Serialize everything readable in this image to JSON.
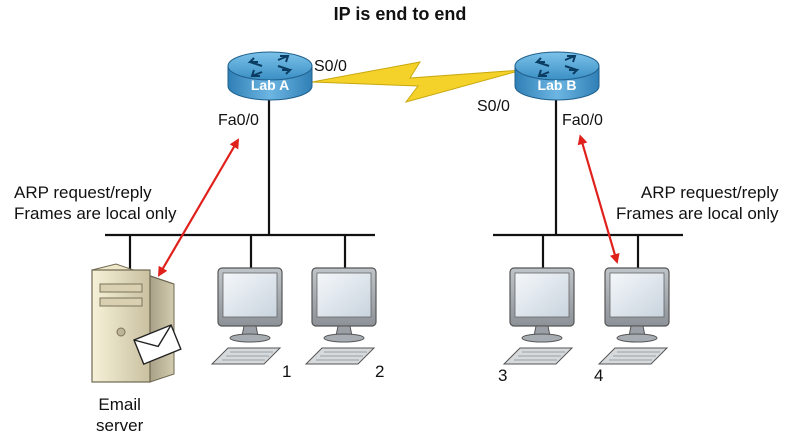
{
  "title": "IP is end to end",
  "routers": [
    {
      "label": "Lab A"
    },
    {
      "label": "Lab B"
    }
  ],
  "ports": {
    "lab_a_serial": "S0/0",
    "lab_b_serial": "S0/0",
    "lab_a_fast": "Fa0/0",
    "lab_b_fast": "Fa0/0"
  },
  "arp_left": {
    "line1": "ARP request/reply",
    "line2": "Frames are local only"
  },
  "arp_right": {
    "line1": "ARP request/reply",
    "line2": "Frames are local only"
  },
  "hosts": [
    {
      "label": "1"
    },
    {
      "label": "2"
    },
    {
      "label": "3"
    },
    {
      "label": "4"
    }
  ],
  "server": {
    "line1": "Email",
    "line2": "server"
  },
  "colors": {
    "router_blue": "#3a8fc4",
    "arrow_red": "#e0201b",
    "serial_link": "#f4d22a"
  }
}
